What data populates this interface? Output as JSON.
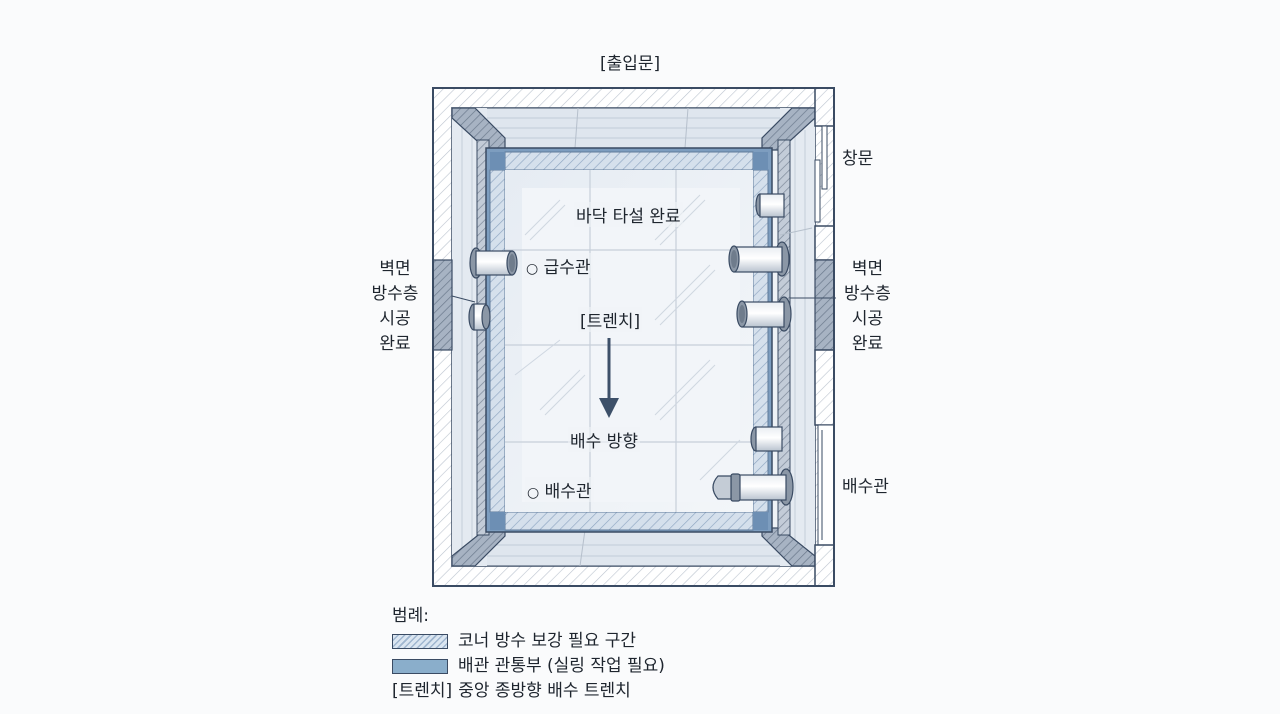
{
  "title_label": "[출입문]",
  "labels": {
    "window": "창문",
    "wall_left": [
      "벽면",
      "방수층",
      "시공",
      "완료"
    ],
    "wall_right": [
      "벽면",
      "방수층",
      "시공",
      "완료"
    ],
    "drain_pipe_right": "배수관"
  },
  "floor": {
    "status": "바닥 타설 완료",
    "supply_pipe": "급수관",
    "trench": "[트렌치]",
    "drain_direction": "배수 방향",
    "drain_pipe": "배수관",
    "marker_icon": "○"
  },
  "legend": {
    "title": "범례:",
    "items": [
      {
        "swatch": "hatched",
        "label": "코너 방수 보강 필요 구간",
        "color": "#c9d8e8"
      },
      {
        "swatch": "solid",
        "label": "배관 관통부 (실링 작업 필요)",
        "color": "#8aaecb"
      },
      {
        "swatch": "text",
        "key": "[트렌치]",
        "label": "중앙 종방향 배수 트렌치"
      }
    ]
  },
  "colors": {
    "outline": "#3a4b63",
    "wall_hatch": "#c5ccd6",
    "membrane": "#7d9dbf",
    "floor": "#eef2f7",
    "arrow": "#3d5069"
  }
}
